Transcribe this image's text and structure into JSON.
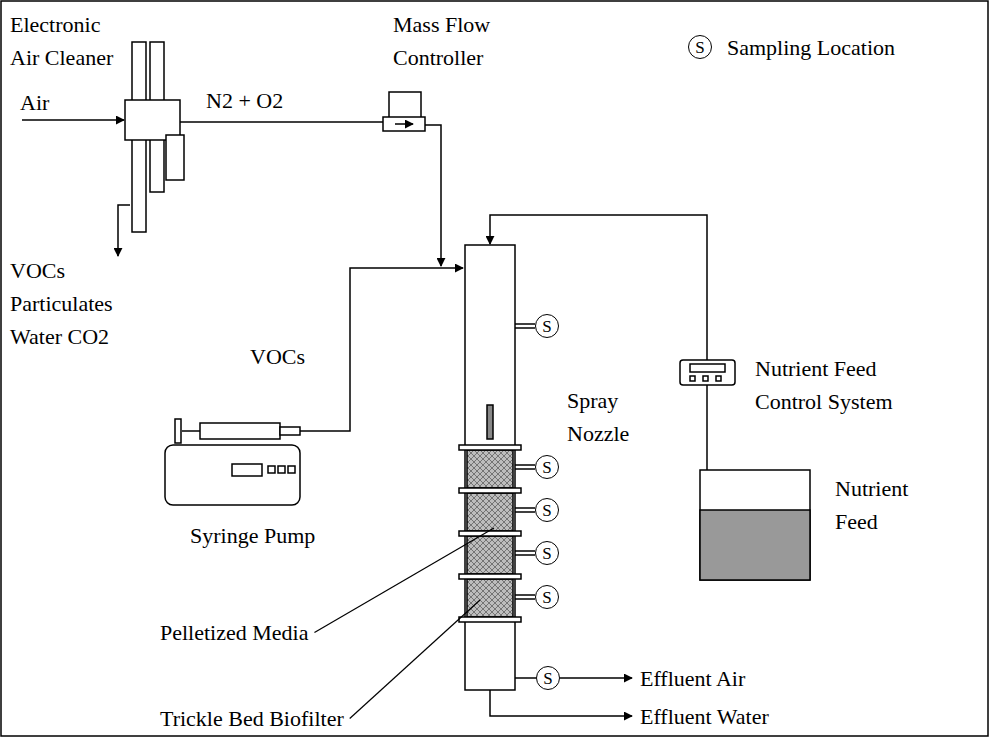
{
  "diagram": {
    "nodes": [
      {
        "text": [
          "S"
        ]
      },
      {
        "text": [
          "S"
        ]
      },
      {
        "text": [
          "S"
        ]
      },
      {
        "text": [
          "S"
        ]
      },
      {
        "text": [
          "S"
        ]
      },
      {
        "text": [
          "S"
        ]
      },
      {
        "text": [
          "S"
        ]
      }
    ],
    "labels": [
      "Electronic Air Cleaner",
      "Mass Flow Controller",
      "Sampling Location",
      "Air",
      "N2 + O2",
      "VOCs Particulates Water CO2",
      "VOCs",
      "Spray Nozzle",
      "Nutrient Feed Control System",
      "Nutrient Feed",
      "Syringe Pump",
      "Pelletized Media",
      "Effluent Air",
      "Trickle Bed Biofilter",
      "Effluent Water"
    ]
  }
}
